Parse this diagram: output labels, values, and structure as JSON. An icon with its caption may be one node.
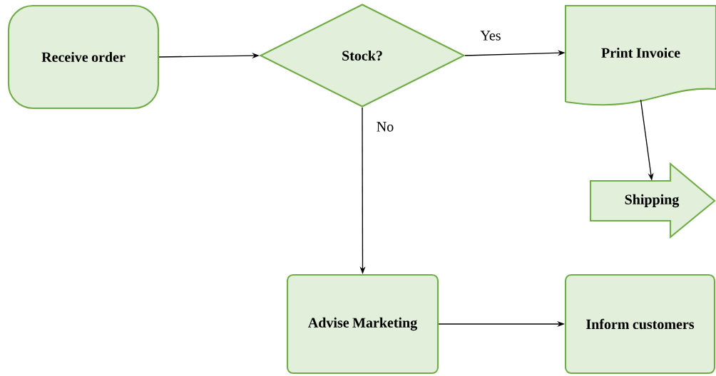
{
  "diagram": {
    "nodes": [
      {
        "text": [
          "Receive order"
        ]
      },
      {
        "text": [
          "Stock?"
        ]
      },
      {
        "text": [
          "Print Invoice"
        ]
      },
      {
        "text": [
          "Shipping"
        ]
      },
      {
        "text": [
          "Advise Marketing"
        ]
      },
      {
        "text": [
          "Inform customers"
        ]
      }
    ],
    "edges": [
      {
        "from": 0,
        "to": 1,
        "arrow": "to"
      },
      {
        "from": 1,
        "to": 2,
        "arrow": "to",
        "label": "Yes"
      },
      {
        "from": 1,
        "to": 4,
        "arrow": "to",
        "label": "No"
      },
      {
        "from": 2,
        "to": 3,
        "arrow": "to"
      },
      {
        "from": 4,
        "to": 5,
        "arrow": "to"
      }
    ]
  }
}
